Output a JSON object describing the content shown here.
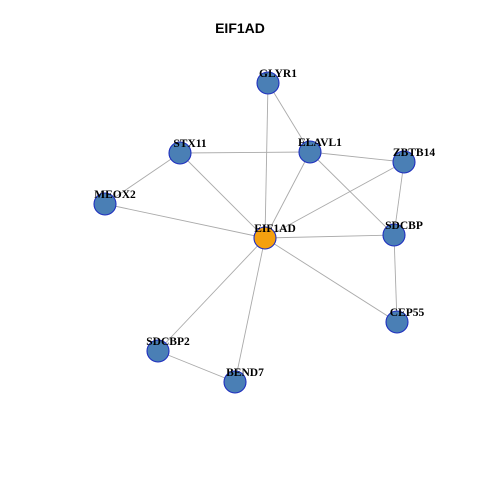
{
  "title": "EIF1AD",
  "colors": {
    "hub_fill": "#f5a00f",
    "node_fill": "#4a7fb5",
    "node_stroke": "#1f2fbf",
    "edge": "#aaaaaa"
  },
  "nodes": [
    {
      "id": "EIF1AD",
      "label": "EIF1AD",
      "hub": true
    },
    {
      "id": "GLYR1",
      "label": "GLYR1",
      "hub": false
    },
    {
      "id": "ELAVL1",
      "label": "ELAVL1",
      "hub": false
    },
    {
      "id": "STX11",
      "label": "STX11",
      "hub": false
    },
    {
      "id": "ZBTB14",
      "label": "ZBTB14",
      "hub": false
    },
    {
      "id": "MEOX2",
      "label": "MEOX2",
      "hub": false
    },
    {
      "id": "SDCBP",
      "label": "SDCBP",
      "hub": false
    },
    {
      "id": "CEP55",
      "label": "CEP55",
      "hub": false
    },
    {
      "id": "SDCBP2",
      "label": "SDCBP2",
      "hub": false
    },
    {
      "id": "BEND7",
      "label": "BEND7",
      "hub": false
    }
  ],
  "edges": [
    [
      "EIF1AD",
      "GLYR1"
    ],
    [
      "EIF1AD",
      "ELAVL1"
    ],
    [
      "EIF1AD",
      "STX11"
    ],
    [
      "EIF1AD",
      "MEOX2"
    ],
    [
      "EIF1AD",
      "ZBTB14"
    ],
    [
      "EIF1AD",
      "SDCBP"
    ],
    [
      "EIF1AD",
      "CEP55"
    ],
    [
      "EIF1AD",
      "SDCBP2"
    ],
    [
      "EIF1AD",
      "BEND7"
    ],
    [
      "GLYR1",
      "ELAVL1"
    ],
    [
      "STX11",
      "ELAVL1"
    ],
    [
      "STX11",
      "MEOX2"
    ],
    [
      "ELAVL1",
      "ZBTB14"
    ],
    [
      "ELAVL1",
      "SDCBP"
    ],
    [
      "ZBTB14",
      "SDCBP"
    ],
    [
      "SDCBP",
      "CEP55"
    ],
    [
      "SDCBP2",
      "BEND7"
    ]
  ]
}
